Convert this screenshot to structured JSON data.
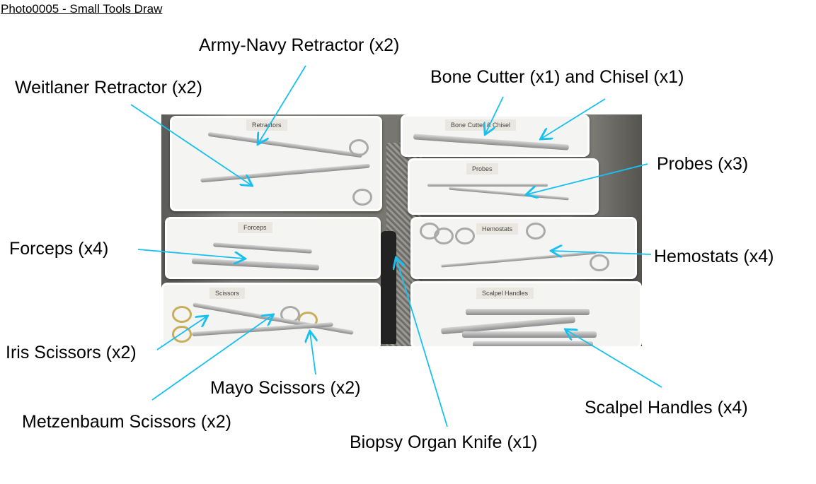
{
  "title": "Photo0005 - Small Tools Draw",
  "labels": {
    "army_navy": "Army-Navy Retractor (x2)",
    "weitlaner": "Weitlaner Retractor (x2)",
    "bone_cutter": "Bone Cutter (x1) and Chisel (x1)",
    "probes": "Probes (x3)",
    "forceps": "Forceps (x4)",
    "hemostats": "Hemostats (x4)",
    "iris": "Iris Scissors (x2)",
    "mayo": "Mayo Scissors (x2)",
    "metzenbaum": "Metzenbaum Scissors (x2)",
    "biopsy": "Biopsy Organ Knife (x1)",
    "scalpel": "Scalpel Handles (x4)"
  },
  "tray_tags": {
    "retractors": "Retractors",
    "bone": "Bone Cutter & Chisel",
    "probes": "Probes",
    "forceps": "Forceps",
    "hemostats": "Hemostats",
    "scissors": "Scissors",
    "scalpel": "Scalpel Handles"
  },
  "colors": {
    "arrow": "#18c0f0"
  }
}
